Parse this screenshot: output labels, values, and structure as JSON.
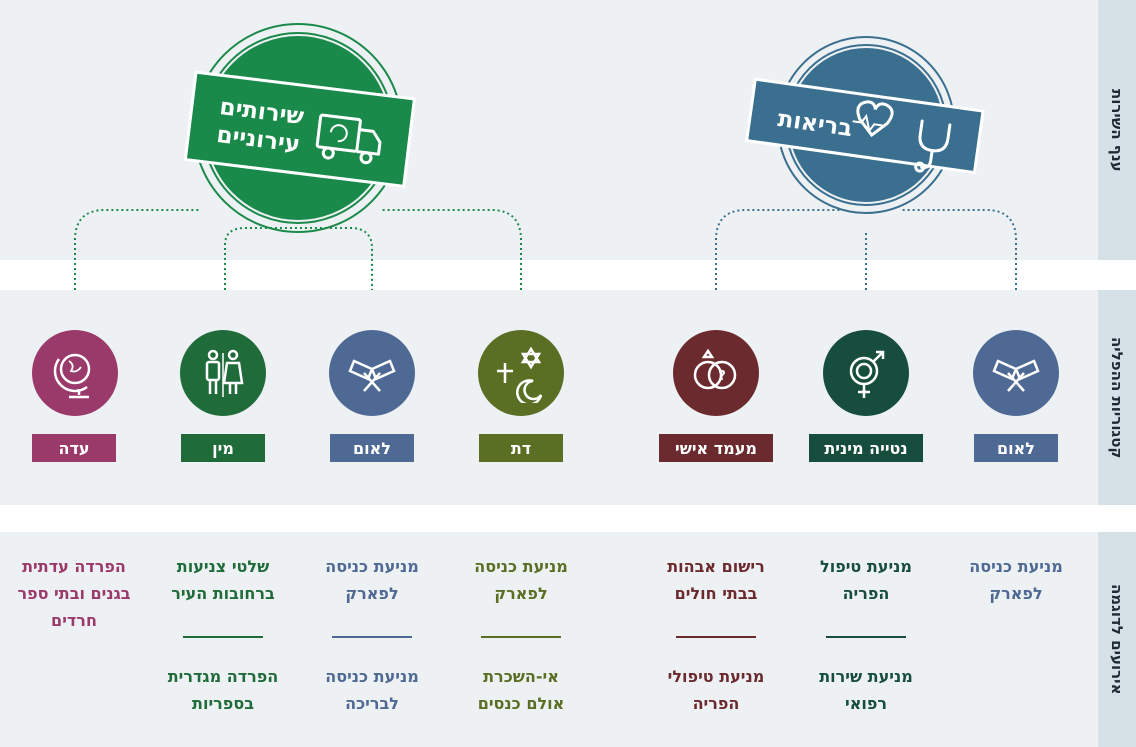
{
  "side_labels": {
    "branch": "ענף השירות",
    "categories": "קטגוריות ההפליה",
    "examples": "אירועים לדוגמה"
  },
  "branches": [
    {
      "key": "health",
      "title": "בריאות",
      "color": "#3a6f8f",
      "icon": "stethoscope-heart-icon"
    },
    {
      "key": "municipal",
      "title_line1": "שירותים",
      "title_line2": "עירוניים",
      "color": "#1a8a4a",
      "icon": "garbage-truck-icon"
    }
  ],
  "categories": [
    {
      "label": "לאום",
      "color": "#4e6a94",
      "icon": "crossed-flags-icon"
    },
    {
      "label": "נטייה מינית",
      "color": "#174d3c",
      "icon": "gender-symbol-icon"
    },
    {
      "label": "מעמד אישי",
      "color": "#6b2a2e",
      "icon": "rings-icon"
    },
    {
      "label": "דת",
      "color": "#5a6e24",
      "icon": "religion-symbols-icon"
    },
    {
      "label": "לאום",
      "color": "#4e6a94",
      "icon": "crossed-flags-icon"
    },
    {
      "label": "מין",
      "color": "#1f6b3a",
      "icon": "man-woman-icon"
    },
    {
      "label": "עדה",
      "color": "#9a3a6a",
      "icon": "globe-icon"
    }
  ],
  "examples": [
    {
      "first": [
        "מניעת כניסה",
        "לפארק"
      ],
      "second": []
    },
    {
      "first": [
        "מניעת טיפול",
        "הפריה"
      ],
      "second": [
        "מניעת שירות",
        "רפואי"
      ]
    },
    {
      "first": [
        "רישום אבהות",
        "בבתי חולים"
      ],
      "second": [
        "מניעת טיפולי",
        "הפריה"
      ]
    },
    {
      "first": [
        "מניעת כניסה",
        "לפארק"
      ],
      "second": [
        "אי-השכרת",
        "אולם כנסים"
      ]
    },
    {
      "first": [
        "מניעת כניסה",
        "לפארק"
      ],
      "second": [
        "מניעת כניסה",
        "לבריכה"
      ]
    },
    {
      "first": [
        "שלטי צניעות",
        "ברחובות העיר"
      ],
      "second": [
        "הפרדה מגדרית",
        "בספריות"
      ]
    },
    {
      "first": [
        "הפרדה עדתית",
        "בגנים ובתי ספר",
        "חרדים"
      ],
      "second": []
    }
  ]
}
